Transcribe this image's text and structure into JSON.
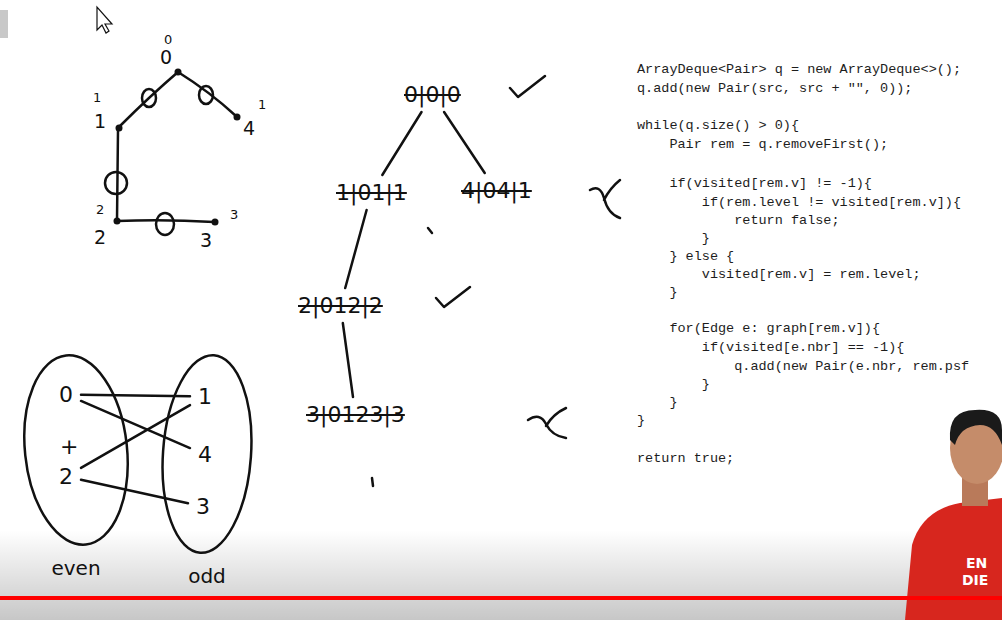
{
  "diagram": {
    "nodes": [
      {
        "text": [
          "0|0|0"
        ]
      },
      {
        "text": [
          "1|01|1"
        ]
      },
      {
        "text": [
          "4|04|1"
        ]
      },
      {
        "text": [
          "2|012|2"
        ]
      },
      {
        "text": [
          "3|0123|3"
        ]
      },
      {
        "text": [
          "even"
        ]
      },
      {
        "text": [
          "0"
        ],
        "in": 5
      },
      {
        "text": [
          "2"
        ],
        "in": 5
      },
      {
        "text": [
          "odd"
        ]
      },
      {
        "text": [
          "1"
        ],
        "in": 8
      },
      {
        "text": [
          "4"
        ],
        "in": 8
      },
      {
        "text": [
          "3"
        ],
        "in": 8
      }
    ],
    "edges": [
      {
        "from": 0,
        "to": 1,
        "arrow": "none"
      },
      {
        "from": 0,
        "to": 2,
        "arrow": "none"
      },
      {
        "from": 1,
        "to": 3,
        "arrow": "none"
      },
      {
        "from": 3,
        "to": 4,
        "arrow": "none"
      },
      {
        "from": 6,
        "to": 9,
        "arrow": "none"
      },
      {
        "from": 6,
        "to": 10,
        "arrow": "none"
      },
      {
        "from": 7,
        "to": 9,
        "arrow": "none"
      },
      {
        "from": 7,
        "to": 11,
        "arrow": "none"
      }
    ],
    "labels": [
      "0",
      "0",
      "1",
      "1",
      "4",
      "1",
      "2",
      "2",
      "3",
      "3",
      "ArrayDeque<Pair> q = new ArrayDeque<>();",
      "q.add(new Pair(src, src + \"\", 0));",
      "while(q.size() > 0){",
      "    Pair rem = q.removeFirst();",
      "    if(visited[rem.v] != -1){",
      "        if(rem.level != visited[rem.v]){",
      "            return false;",
      "        }",
      "    } else {",
      "        visited[rem.v] = rem.level;",
      "    }",
      "    for(Edge e: graph[rem.v]){",
      "        if(visited[e.nbr] == -1){",
      "            q.add(new Pair(e.nbr, rem.psf",
      "        }",
      "    }",
      "}",
      "return true;",
      "+",
      "EN",
      "DIE"
    ]
  }
}
